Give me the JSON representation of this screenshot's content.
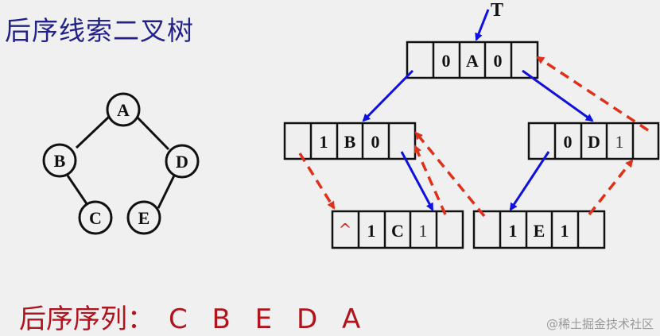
{
  "title": "后序线索二叉树",
  "sequence": {
    "label": "后序序列：",
    "value": "C B E D A"
  },
  "watermark": "@稀土掘金技术社区",
  "colors": {
    "title": "#22228a",
    "sequence": "#b0141e",
    "child_pointer": "#1010e0",
    "thread_pointer": "#e0301a"
  },
  "tree": {
    "nodes": [
      {
        "id": "A",
        "label": "A"
      },
      {
        "id": "B",
        "label": "B"
      },
      {
        "id": "C",
        "label": "C"
      },
      {
        "id": "D",
        "label": "D"
      },
      {
        "id": "E",
        "label": "E"
      }
    ],
    "edges": [
      [
        "A",
        "B"
      ],
      [
        "A",
        "D"
      ],
      [
        "B",
        "C"
      ],
      [
        "D",
        "E"
      ]
    ]
  },
  "threaded": {
    "root_label": "T",
    "nodes": {
      "A": {
        "ltag": "0",
        "data": "A",
        "rtag": "0",
        "lchild": "",
        "rchild": ""
      },
      "B": {
        "ltag": "1",
        "data": "B",
        "rtag": "0",
        "lchild": "",
        "rchild": ""
      },
      "D": {
        "ltag": "0",
        "data": "D",
        "rtag": "1",
        "lchild": "",
        "rchild": ""
      },
      "C": {
        "ltag": "1",
        "data": "C",
        "rtag": "1",
        "lchild": "^",
        "rchild": ""
      },
      "E": {
        "ltag": "1",
        "data": "E",
        "rtag": "1",
        "lchild": "",
        "rchild": ""
      }
    },
    "child_links": [
      [
        "A",
        "B"
      ],
      [
        "A",
        "D"
      ],
      [
        "B",
        "C"
      ],
      [
        "D",
        "E"
      ]
    ],
    "thread_links": [
      {
        "from": "C",
        "field": "rchild",
        "to": "B"
      },
      {
        "from": "B",
        "field": "lchild",
        "to": "C"
      },
      {
        "from": "E",
        "field": "lchild",
        "to": "B"
      },
      {
        "from": "E",
        "field": "rchild",
        "to": "D"
      },
      {
        "from": "D",
        "field": "rchild",
        "to": "A"
      },
      {
        "from": "C",
        "field": "lchild",
        "to": "null"
      }
    ]
  }
}
